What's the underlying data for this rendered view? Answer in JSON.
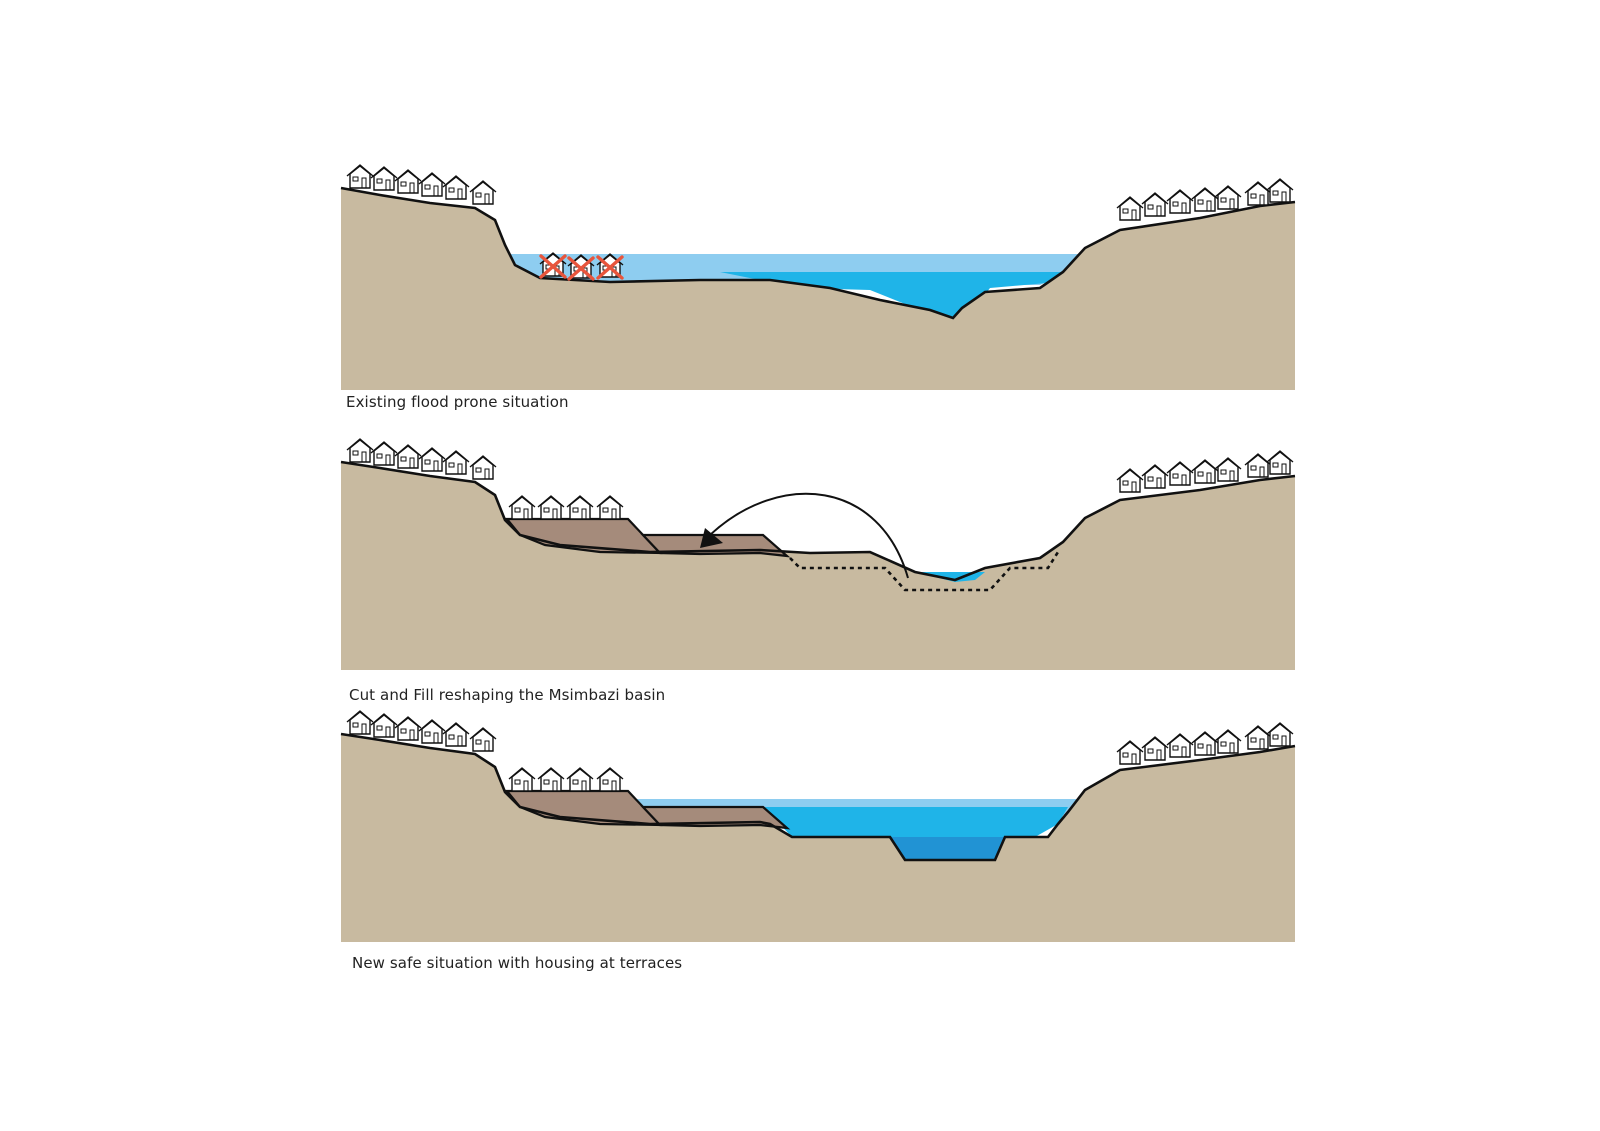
{
  "colors": {
    "ground": "#c8baa0",
    "fill_soil": "#a58b7b",
    "water_light": "#8ecdf0",
    "water_mid": "#1fb4e8",
    "water_deep": "#2193d4",
    "outline": "#111111",
    "house_cross": "#e8553c"
  },
  "panels": [
    {
      "caption": "Existing flood prone situation"
    },
    {
      "caption": "Cut and Fill reshaping the Msimbazi basin"
    },
    {
      "caption": "New safe situation with housing at terraces"
    }
  ]
}
